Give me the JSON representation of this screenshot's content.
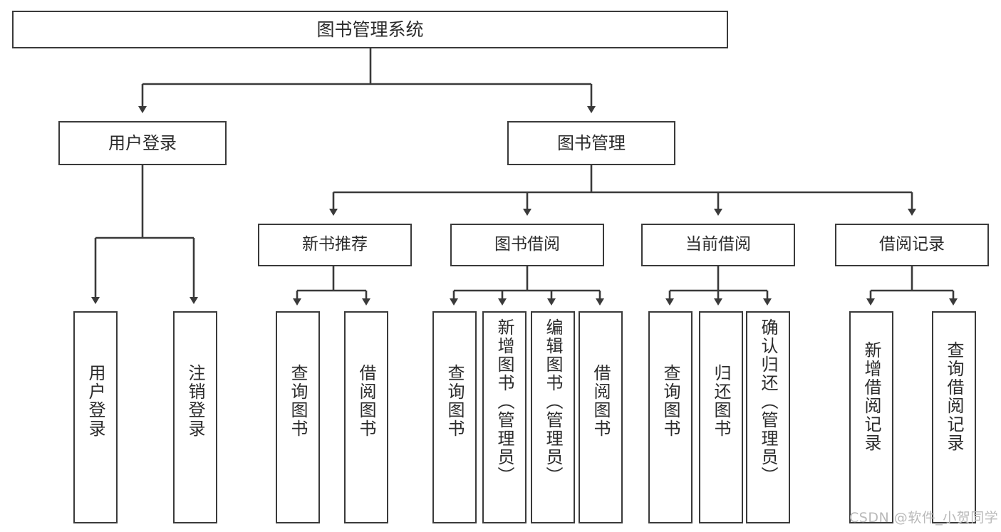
{
  "diagram": {
    "title": "图书管理系统",
    "type": "hierarchy-tree",
    "line_color": "#3a3a3a",
    "box_fill": "#ffffff",
    "text_color": "#2b2b2b",
    "watermark": "CSDN @软件_小贺同学"
  },
  "nodes": {
    "root": {
      "label": "图书管理系统"
    },
    "level2": [
      {
        "label": "用户登录"
      },
      {
        "label": "图书管理"
      }
    ],
    "level3": [
      {
        "label": "新书推荐"
      },
      {
        "label": "图书借阅"
      },
      {
        "label": "当前借阅"
      },
      {
        "label": "借阅记录"
      }
    ],
    "leaves": {
      "user_login": [
        {
          "label": "用户登录"
        },
        {
          "label": "注销登录"
        }
      ],
      "new_book_recommend": [
        {
          "label": "查询图书"
        },
        {
          "label": "借阅图书"
        }
      ],
      "book_borrow": [
        {
          "label": "查询图书"
        },
        {
          "label": "新增图书（管理员）"
        },
        {
          "label": "编辑图书（管理员）"
        },
        {
          "label": "借阅图书"
        }
      ],
      "current_borrow": [
        {
          "label": "查询图书"
        },
        {
          "label": "归还图书"
        },
        {
          "label": "确认归还（管理员）"
        }
      ],
      "borrow_records": [
        {
          "label": "新增借阅记录"
        },
        {
          "label": "查询借阅记录"
        }
      ]
    }
  }
}
